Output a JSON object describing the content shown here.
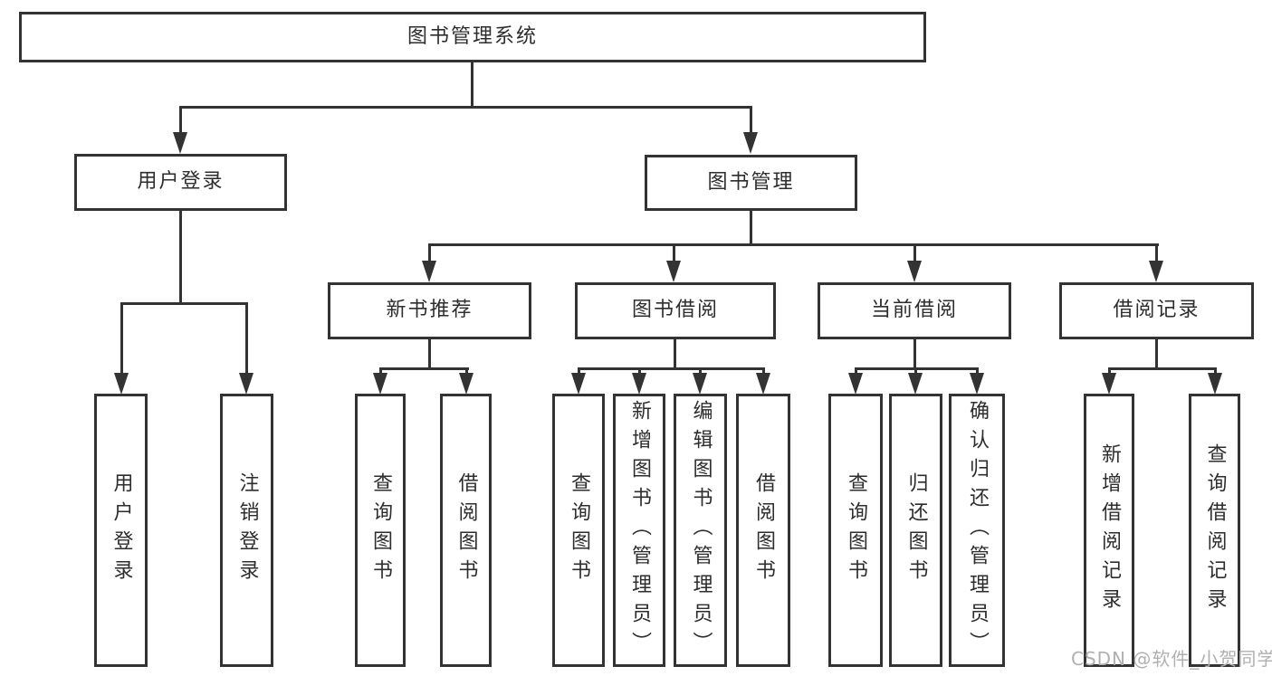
{
  "tree": {
    "root": {
      "label": "图书管理系统"
    },
    "branches": [
      {
        "label": "用户登录",
        "leaves": [
          "用户登录",
          "注销登录"
        ]
      },
      {
        "label": "图书管理",
        "groups": [
          {
            "label": "新书推荐",
            "leaves": [
              "查询图书",
              "借阅图书"
            ]
          },
          {
            "label": "图书借阅",
            "leaves": [
              "查询图书",
              "新增图书（管理员）",
              "编辑图书（管理员）",
              "借阅图书"
            ]
          },
          {
            "label": "当前借阅",
            "leaves": [
              "查询图书",
              "归还图书",
              "确认归还（管理员）"
            ]
          },
          {
            "label": "借阅记录",
            "leaves": [
              "新增借阅记录",
              "查询借阅记录"
            ]
          }
        ]
      }
    ]
  },
  "watermark": {
    "text": "CSDN @软件_小贺同学"
  },
  "colors": {
    "line": "#333333",
    "text": "#2d2d2d",
    "background": "#ffffff",
    "watermark": "#b0b0b0"
  }
}
